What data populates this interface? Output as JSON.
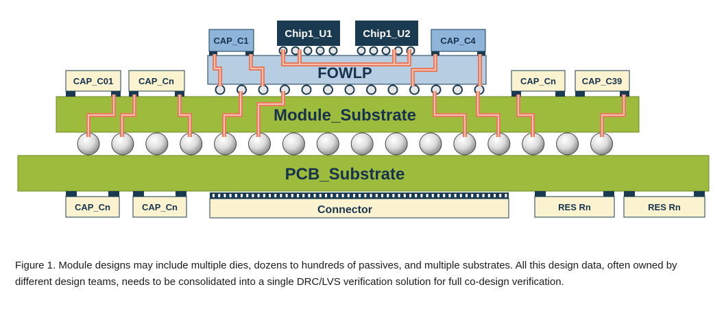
{
  "labels": {
    "fowlp": "FOWLP",
    "module_substrate": "Module_Substrate",
    "pcb_substrate": "PCB_Substrate",
    "connector": "Connector",
    "chip1_u1": "Chip1_U1",
    "chip1_u2": "Chip1_U2",
    "cap_c1": "CAP_C1",
    "cap_c4": "CAP_C4",
    "cap_c01": "CAP_C01",
    "cap_cn_mod_left": "CAP_Cn",
    "cap_cn_mod_right": "CAP_Cn",
    "cap_c39": "CAP_C39",
    "cap_cn_bottom_1": "CAP_Cn",
    "cap_cn_bottom_2": "CAP_Cn",
    "res_rn_1": "RES Rn",
    "res_rn_2": "RES Rn"
  },
  "caption": "Figure 1. Module designs may include multiple dies, dozens to hundreds of passives, and multiple substrates. All this design data, often owned by different design teams, needs to be consolidated into a single DRC/LVS verification solution for full co-design verification.",
  "colors": {
    "substrate_green": "#9dbb3d",
    "fowlp_blue": "#b7cde2",
    "chip_dark": "#1a3a52",
    "cap_blue": "#8eb4d9",
    "passive_cream": "#fbf3cf",
    "trace_orange": "#e8795a"
  }
}
